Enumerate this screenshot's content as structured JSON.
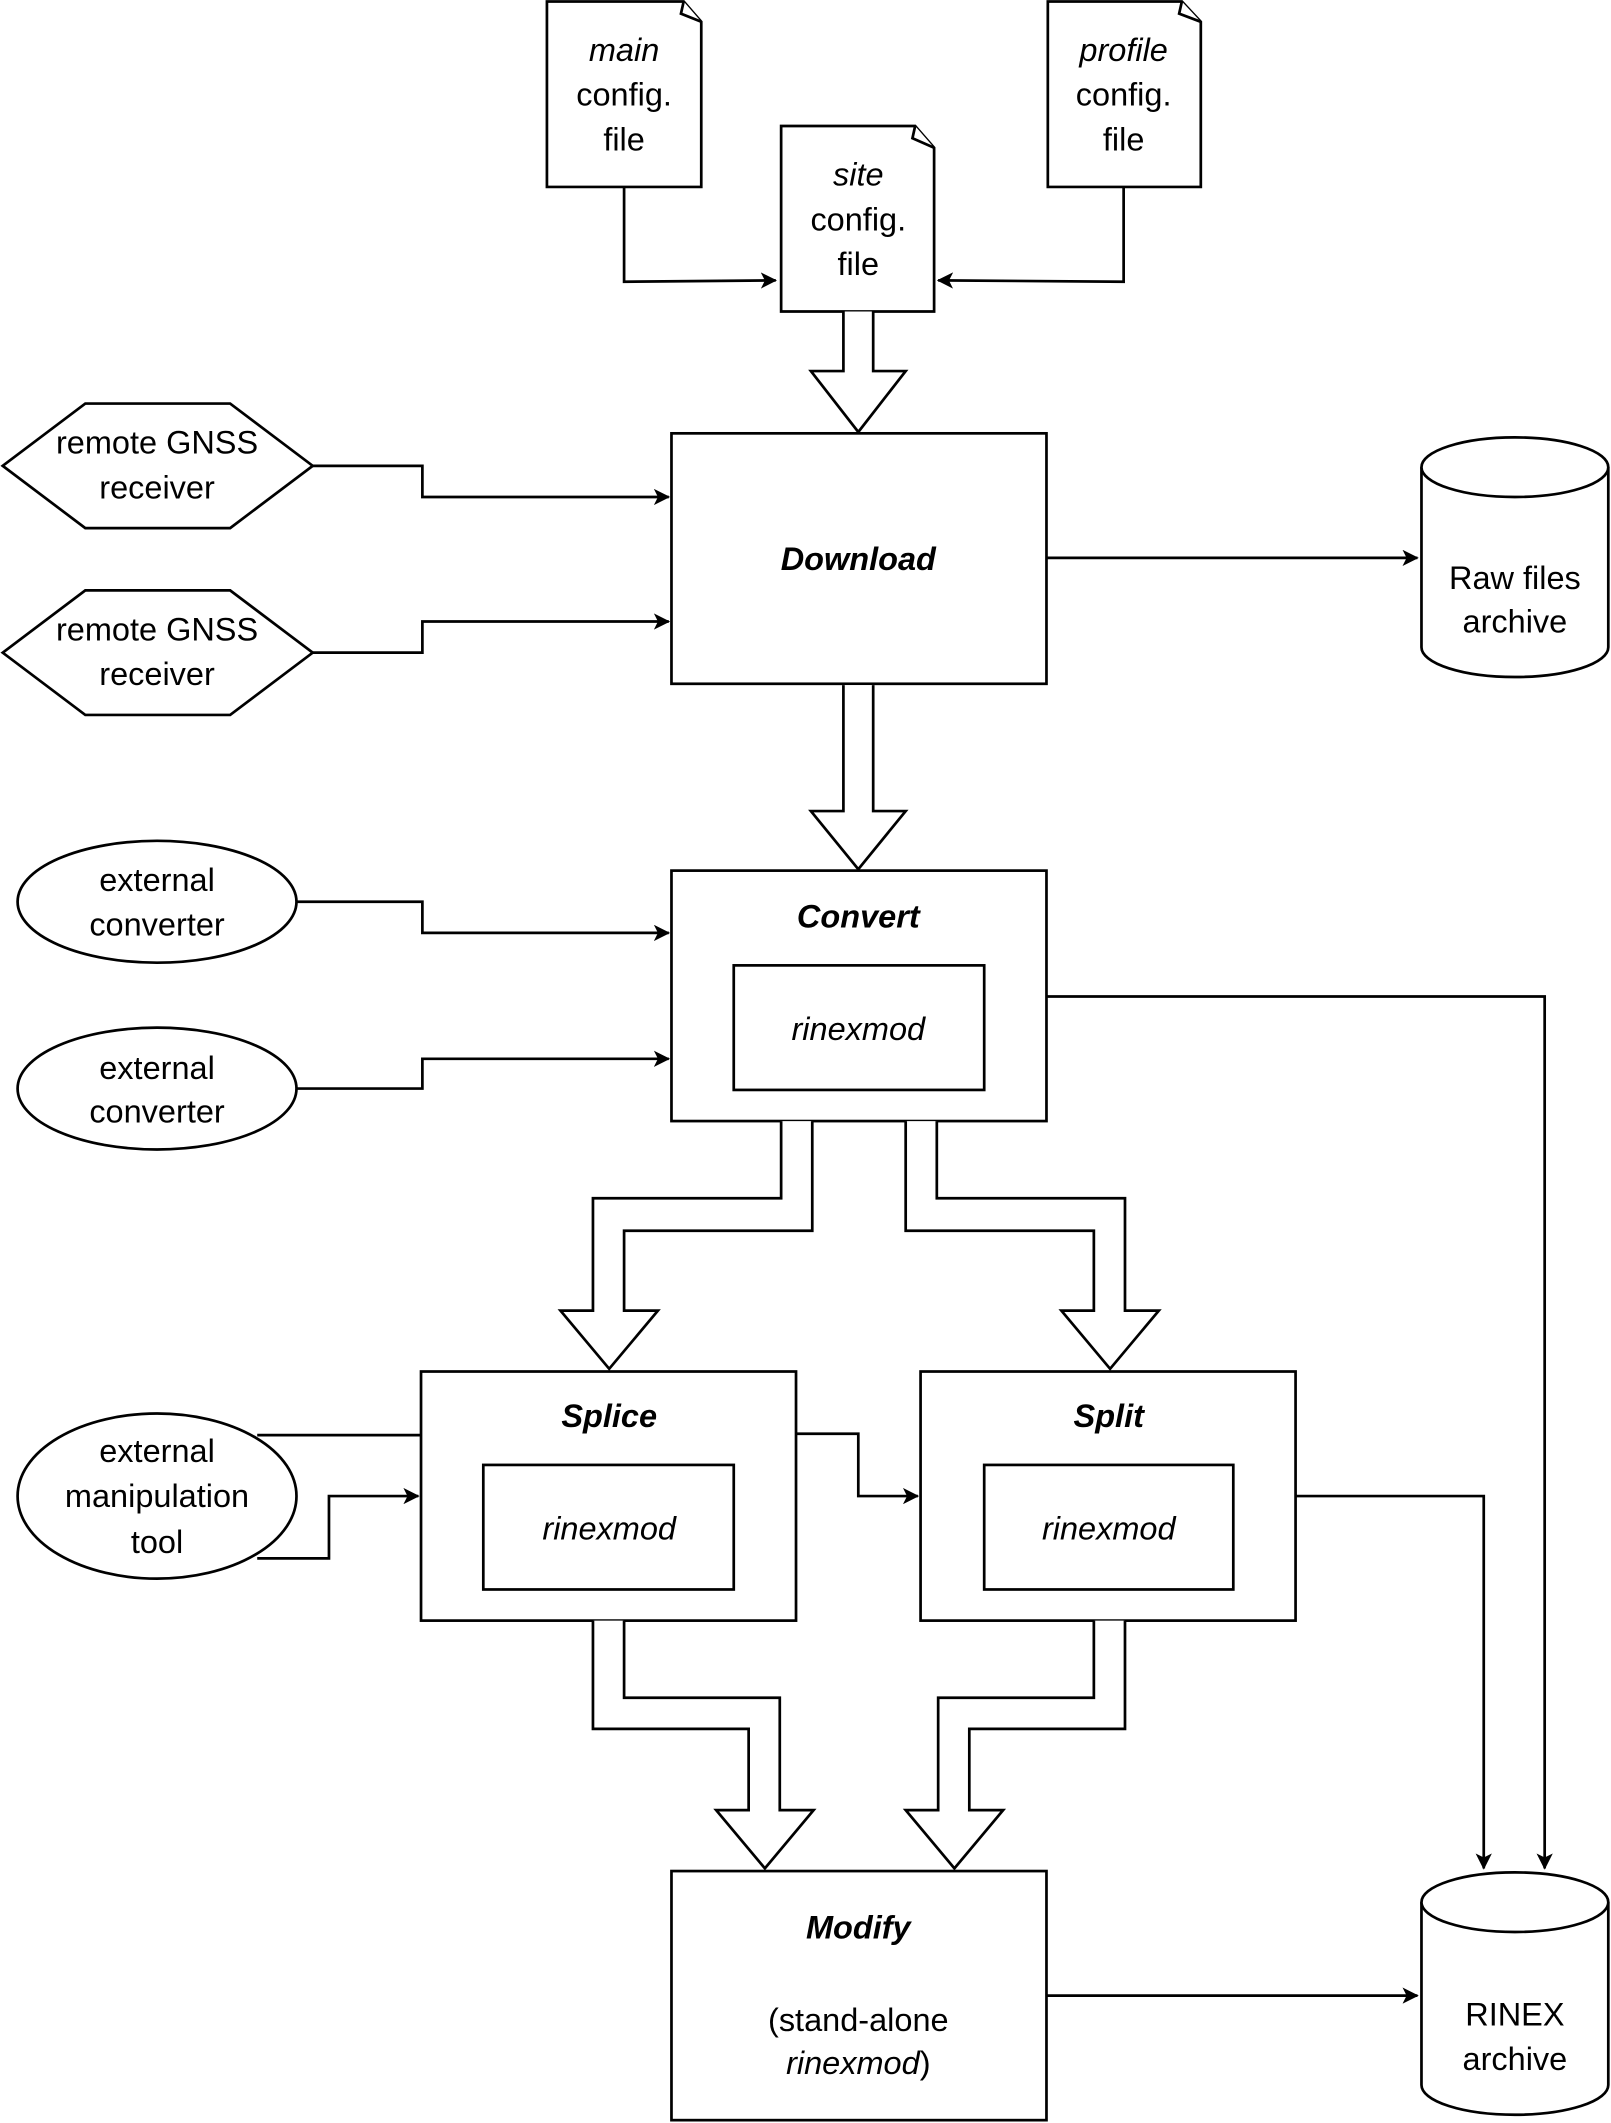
{
  "diagram": {
    "config_files": {
      "main": {
        "line1": "main",
        "line2": "config.",
        "line3": "file"
      },
      "site": {
        "line1": "site",
        "line2": "config.",
        "line3": "file"
      },
      "profile": {
        "line1": "profile",
        "line2": "config.",
        "line3": "file"
      }
    },
    "receivers": [
      {
        "line1": "remote GNSS",
        "line2": "receiver"
      },
      {
        "line1": "remote GNSS",
        "line2": "receiver"
      }
    ],
    "converters": [
      {
        "line1": "external",
        "line2": "converter"
      },
      {
        "line1": "external",
        "line2": "converter"
      }
    ],
    "manipulation_tool": {
      "line1": "external",
      "line2": "manipulation",
      "line3": "tool"
    },
    "steps": {
      "download": {
        "title": "Download"
      },
      "convert": {
        "title": "Convert",
        "inner": "rinexmod"
      },
      "splice": {
        "title": "Splice",
        "inner": "rinexmod"
      },
      "split": {
        "title": "Split",
        "inner": "rinexmod"
      },
      "modify": {
        "title": "Modify",
        "line1": "(stand-alone",
        "line2_italic": "rinexmod",
        "line2_suffix": ")"
      }
    },
    "archives": {
      "raw": {
        "line1": "Raw files",
        "line2": "archive"
      },
      "rinex": {
        "line1": "RINEX",
        "line2": "archive"
      }
    }
  }
}
